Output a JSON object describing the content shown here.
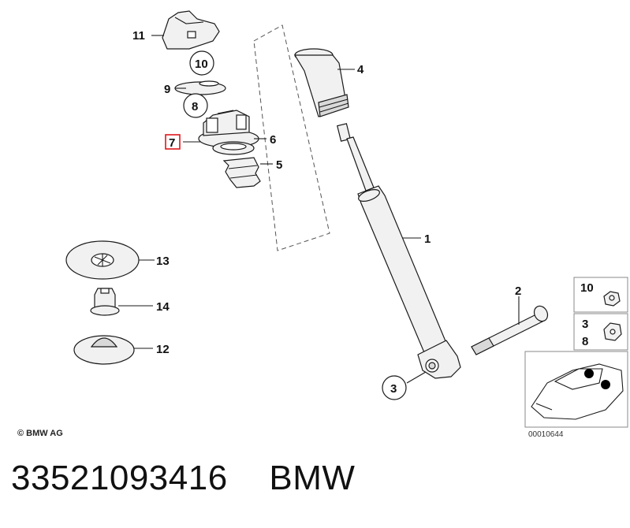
{
  "callouts": {
    "c1": "1",
    "c2": "2",
    "c3": "3",
    "c4": "4",
    "c5": "5",
    "c6": "6",
    "c7": "7",
    "c8": "8",
    "c9": "9",
    "c10": "10",
    "c11": "11",
    "c12": "12",
    "c13": "13",
    "c14": "14"
  },
  "legend": {
    "item_10": "10",
    "item_3": "3",
    "item_8": "8"
  },
  "copyright": "© BMW AG",
  "diagram_code": "00010644",
  "footer": {
    "part_number": "33521093416",
    "brand": "BMW"
  },
  "colors": {
    "highlight": "#e0161b",
    "line": "#1a1a1a"
  }
}
